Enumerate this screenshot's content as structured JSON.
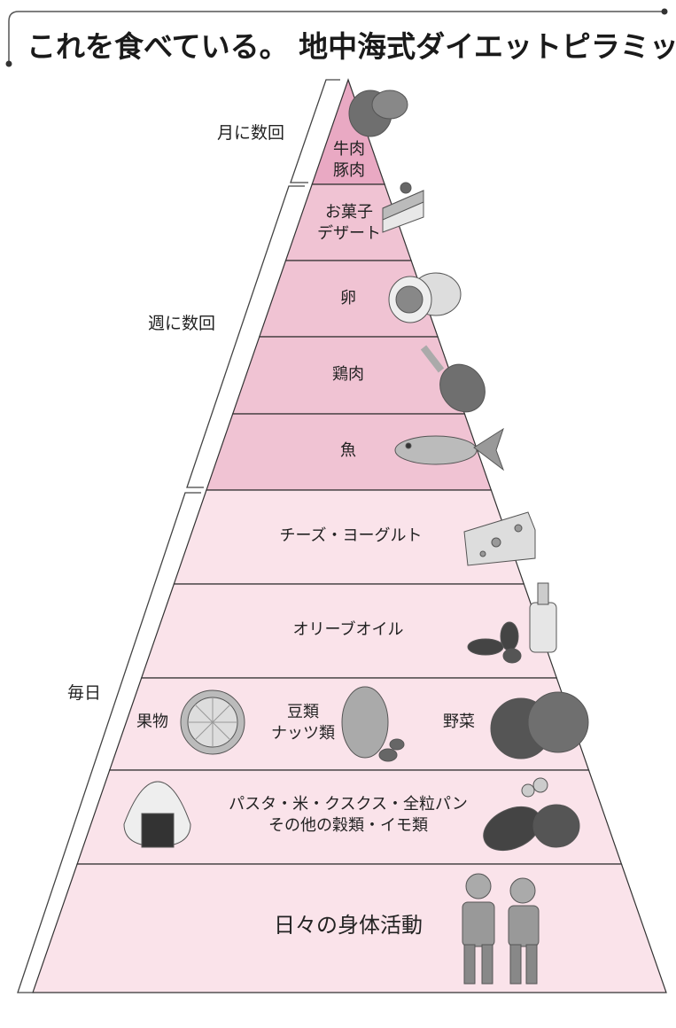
{
  "title": "これを食べている。 地中海式ダイエットピラミッド",
  "colors": {
    "tier_top": "#e9a9c3",
    "tier_weekly": "#f0c3d3",
    "tier_daily": "#fae3ea",
    "outline": "#333333",
    "icon_gray": "#6f6f6f"
  },
  "frequency": {
    "monthly": "月に数回",
    "weekly": "週に数回",
    "daily": "毎日"
  },
  "tiers": [
    {
      "label": "牛肉\n豚肉",
      "line1": "牛肉",
      "line2": "豚肉",
      "icon": "meat-icon"
    },
    {
      "line1": "お菓子",
      "line2": "デザート",
      "icon": "cake-icon"
    },
    {
      "line1": "卵",
      "icon": "egg-icon"
    },
    {
      "line1": "鶏肉",
      "icon": "chicken-leg-icon"
    },
    {
      "line1": "魚",
      "icon": "fish-icon"
    },
    {
      "line1": "チーズ・ヨーグルト",
      "icon": "cheese-icon"
    },
    {
      "line1": "オリーブオイル",
      "icon": "olive-oil-icon"
    },
    {
      "fruit": "果物",
      "beans1": "豆類",
      "beans2": "ナッツ類",
      "veg": "野菜",
      "icons": [
        "orange-icon",
        "peanut-icon",
        "tomato-icon"
      ]
    },
    {
      "line1": "パスタ・米・クスクス・全粒パン",
      "line2": "その他の穀類・イモ類",
      "icons": [
        "rice-ball-icon",
        "sweet-potato-icon"
      ]
    },
    {
      "line1": "日々の身体活動",
      "icon": "exercise-people-icon"
    }
  ]
}
